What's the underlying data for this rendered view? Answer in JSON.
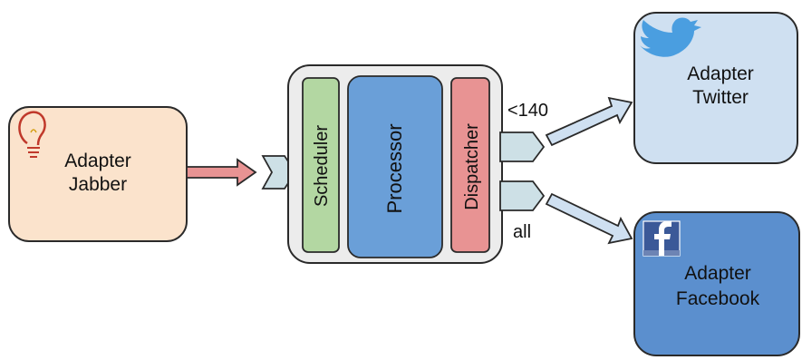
{
  "jabber": {
    "line1": "Adapter",
    "line2": "Jabber",
    "fill": "#fbe3cc"
  },
  "router": {
    "scheduler": "Scheduler",
    "processor": "Processor",
    "dispatcher": "Dispatcher",
    "scheduler_fill": "#b3d7a2",
    "processor_fill": "#6a9fd8",
    "dispatcher_fill": "#e89393"
  },
  "outputs": {
    "top_label": "<140",
    "bottom_label": "all"
  },
  "twitter": {
    "line1": "Adapter",
    "line2": "Twitter",
    "fill": "#cfe0f1",
    "icon": "twitter-bird-icon"
  },
  "facebook": {
    "line1": "Adapter",
    "line2": "Facebook",
    "fill": "#5b8fce",
    "icon": "facebook-f-icon"
  },
  "jabber_icon": "lightbulb-icon"
}
